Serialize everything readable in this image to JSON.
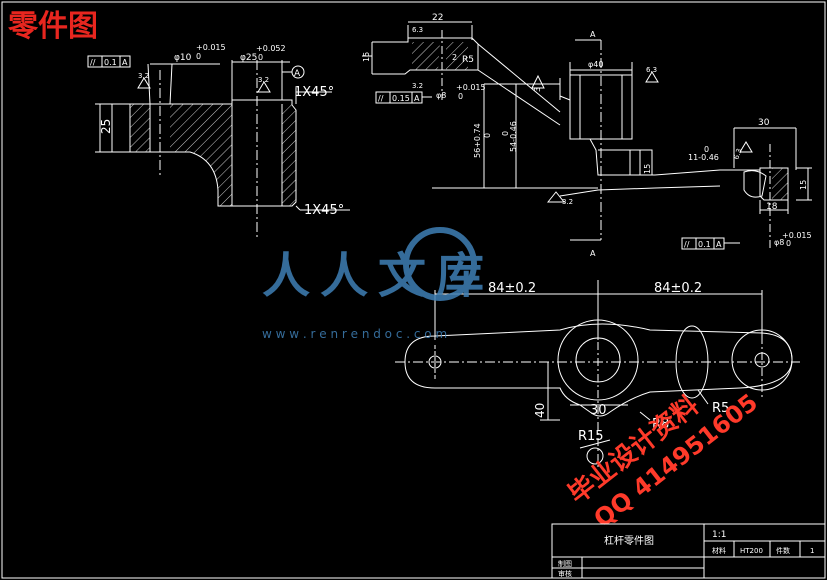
{
  "drawing": {
    "corner_title": "零件图",
    "colors": {
      "background": "#000000",
      "lines": "#ffffff",
      "title": "#e8261f",
      "watermark_blue": "#3f7fb5",
      "watermark_red": "#ff3a2a"
    }
  },
  "left_view": {
    "tolerance_frame_symbol": "//",
    "tolerance_frame_value": "0.1",
    "tolerance_frame_datum": "A",
    "dim_bore10": "φ10",
    "dim_bore10_tol_upper": "+0.015",
    "dim_bore10_tol_lower": "0",
    "dim_bore25": "φ25",
    "dim_bore25_tol_upper": "+0.052",
    "dim_bore25_tol_lower": "0",
    "datum_label": "A",
    "roughness_1": "3.2",
    "roughness_2": "3.2",
    "chamfer_top": "1X45°",
    "chamfer_bottom": "1X45°",
    "dim_height": "25"
  },
  "center_view": {
    "dim_22": "22",
    "dim_15": "15",
    "radius_r5": "R5",
    "dim_2": "2",
    "roughness_63": "6.3",
    "roughness_32": "3.2",
    "tol_frame_symbol": "//",
    "tol_frame_value": "0.15",
    "tol_frame_datum": "A",
    "dim_bore8": "φ8",
    "dim_bore8_tol_upper": "+0.015",
    "dim_bore8_tol_lower": "0",
    "dim_dia40": "φ40",
    "roughness_right": "6.3",
    "dim_vertical_56": "56+0.74",
    "dim_vertical_56_lower": "0",
    "dim_vertical_54": "54-0.46",
    "dim_vertical_54_lower": "0",
    "dim_3": "3",
    "dim_small_15": "15",
    "dim_11": "11-0.46",
    "dim_11_upper": "0",
    "roughness_bottom": "3.2",
    "section_label_top": "A",
    "section_label_bottom": "A"
  },
  "right_view": {
    "dim_30": "30",
    "dim_15": "15",
    "dim_18": "18",
    "roughness": "6.3",
    "tol_frame_symbol": "//",
    "tol_frame_value": "0.1",
    "tol_frame_datum": "A",
    "dim_bore8": "φ8",
    "dim_bore8_tol_upper": "+0.015",
    "dim_bore8_tol_lower": "0"
  },
  "plan_view": {
    "dim_left": "84±0.2",
    "dim_right": "84±0.2",
    "dim_30": "30",
    "dim_40": "40",
    "radius_r15": "R15",
    "radius_r8": "R8",
    "radius_r5": "R5"
  },
  "watermark": {
    "brand": "人人文库",
    "url": "w w w . r e n r e n d o c . c o m",
    "red_line1": "毕业设计资料",
    "red_line2": "QQ 414951605"
  },
  "title_block": {
    "drawing_name": "杠杆零件图",
    "scale": "1:1",
    "material_label": "材料",
    "material_value": "HT200",
    "quantity_label": "件数",
    "quantity_value": "1",
    "drawn_label": "制图",
    "checked_label": "审核"
  }
}
